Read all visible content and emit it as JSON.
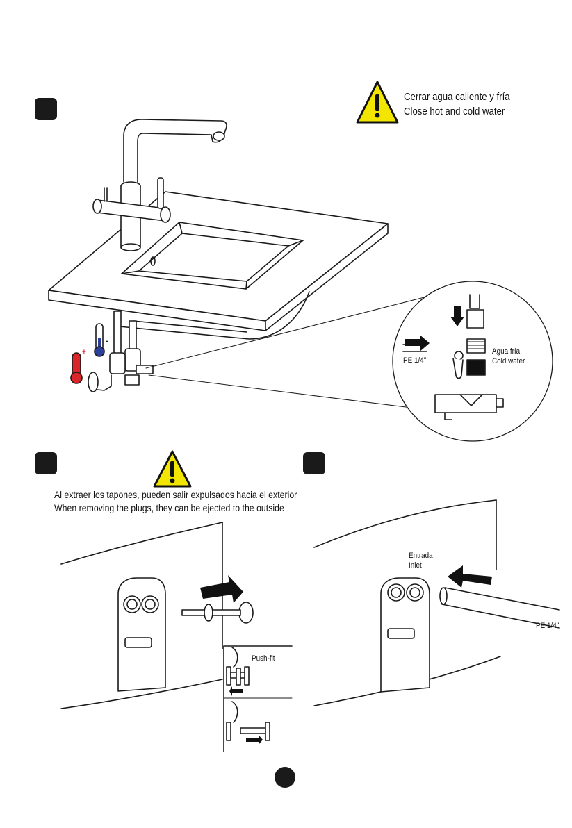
{
  "step1": {
    "warning_es": "Cerrar agua caliente y fría",
    "warning_en": "Close hot and cold water",
    "detail_pe_label": "PE 1/4\"",
    "detail_cold_es": "Agua fría",
    "detail_cold_en": "Cold water",
    "hot_symbol": "+",
    "cold_symbol": "-"
  },
  "step2": {
    "warning_es": "Al extraer los tapones, pueden salir expulsados hacia el exterior",
    "warning_en": "When removing the plugs, they can be ejected to the outside",
    "pushfit_label": "Push-fit"
  },
  "step3": {
    "inlet_es": "Entrada",
    "inlet_en": "Inlet",
    "pe_label": "PE 1/4\""
  },
  "icons": [
    "warning-triangle-icon",
    "hot-thermometer-icon",
    "cold-thermometer-icon",
    "arrow-icon"
  ],
  "colors": {
    "warning_yellow": "#f2e600",
    "hot_red": "#d9262b",
    "cold_blue": "#2b3f9c",
    "badge": "#1a1a1a"
  }
}
